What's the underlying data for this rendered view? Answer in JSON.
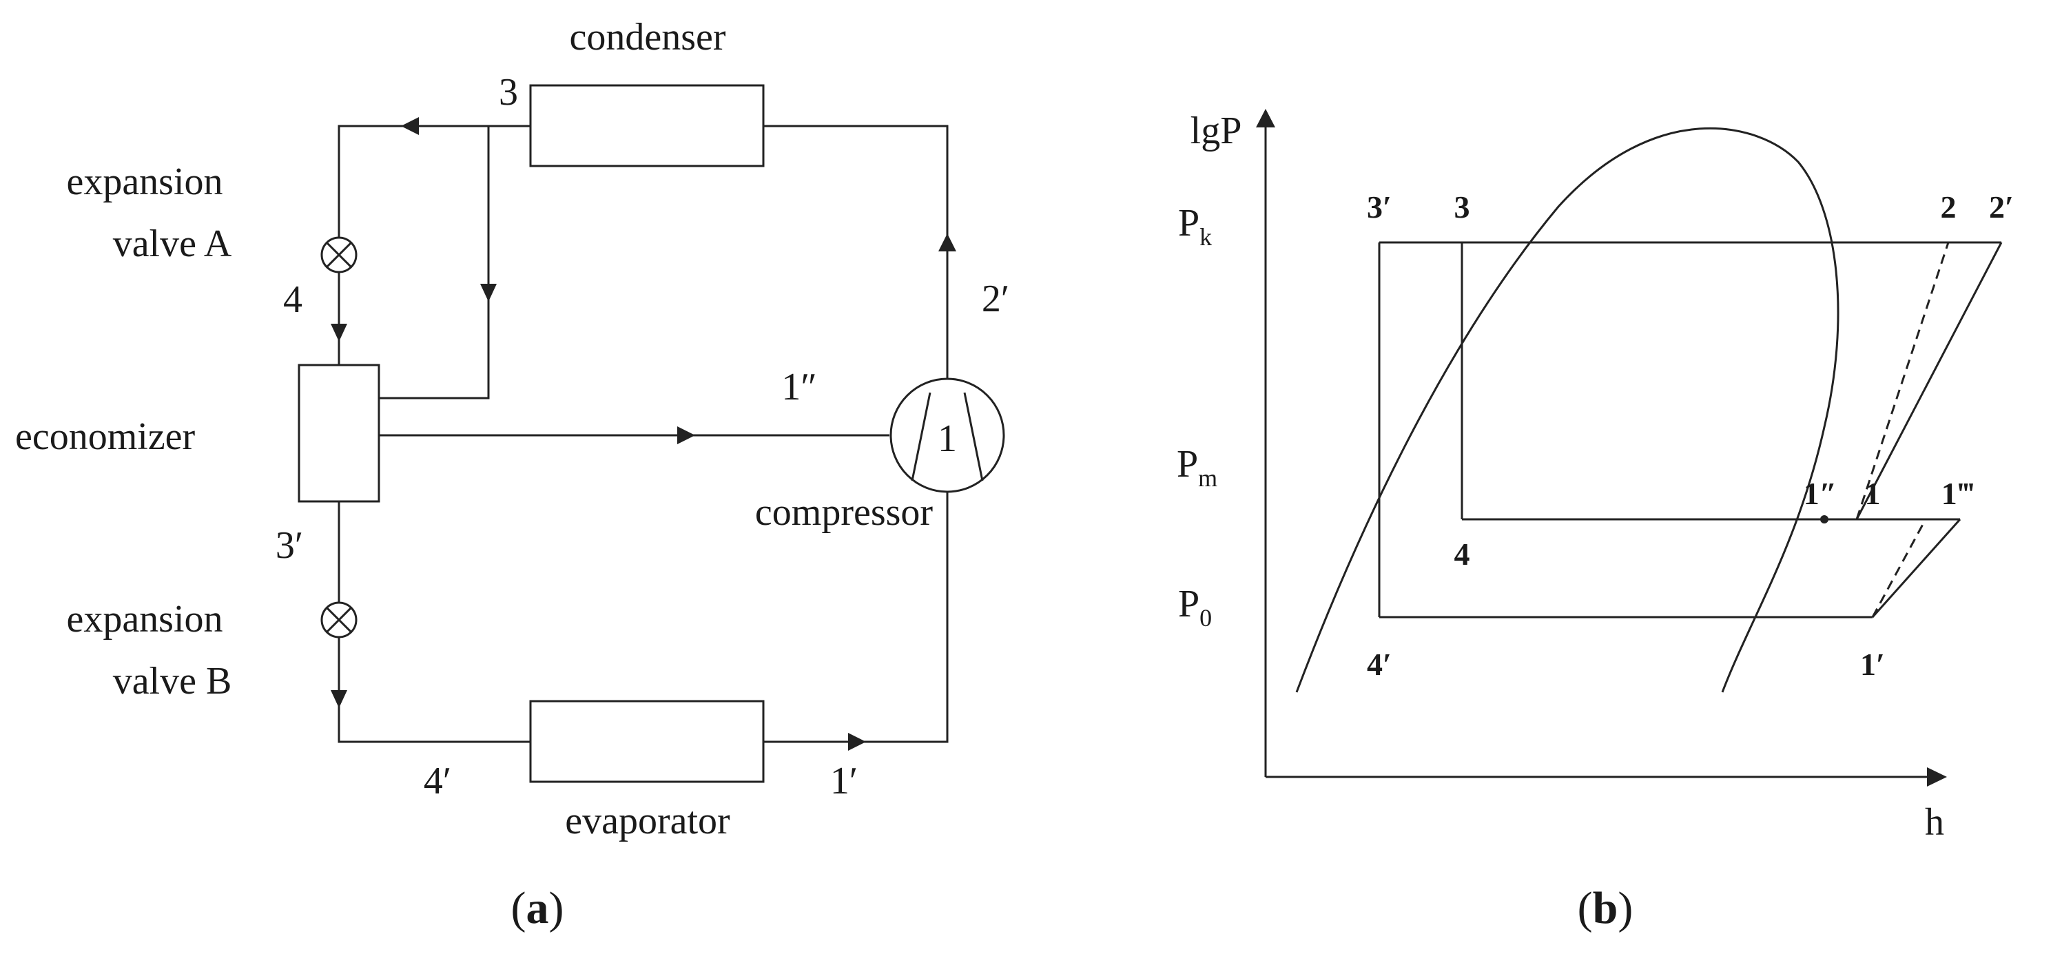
{
  "panel_a": {
    "condenser": "condenser",
    "evaporator": "evaporator",
    "economizer": "economizer",
    "compressor": "compressor",
    "expansion_a_line1": "expansion",
    "expansion_a_line2": "valve A",
    "expansion_b_line1": "expansion",
    "expansion_b_line2": "valve B",
    "pt_3": "3",
    "pt_4": "4",
    "pt_3p": "3′",
    "pt_4p": "4′",
    "pt_1p": "1′",
    "pt_2p": "2′",
    "pt_1pp": "1″",
    "pt_1": "1",
    "caption_open": "(",
    "caption_letter": "a",
    "caption_close": ")"
  },
  "panel_b": {
    "y_axis_label": "lgP",
    "x_axis_label": "h",
    "pk_main": "P",
    "pk_sub": "k",
    "pm_main": "P",
    "pm_sub": "m",
    "p0_main": "P",
    "p0_sub": "0",
    "pt_3p": "3′",
    "pt_3": "3",
    "pt_2": "2",
    "pt_2p": "2′",
    "pt_1pp": "1″",
    "pt_1": "1",
    "pt_1ppp": "1‴",
    "pt_4": "4",
    "pt_4p": "4′",
    "pt_1p": "1′",
    "caption_open": "(",
    "caption_letter": "b",
    "caption_close": ")"
  }
}
